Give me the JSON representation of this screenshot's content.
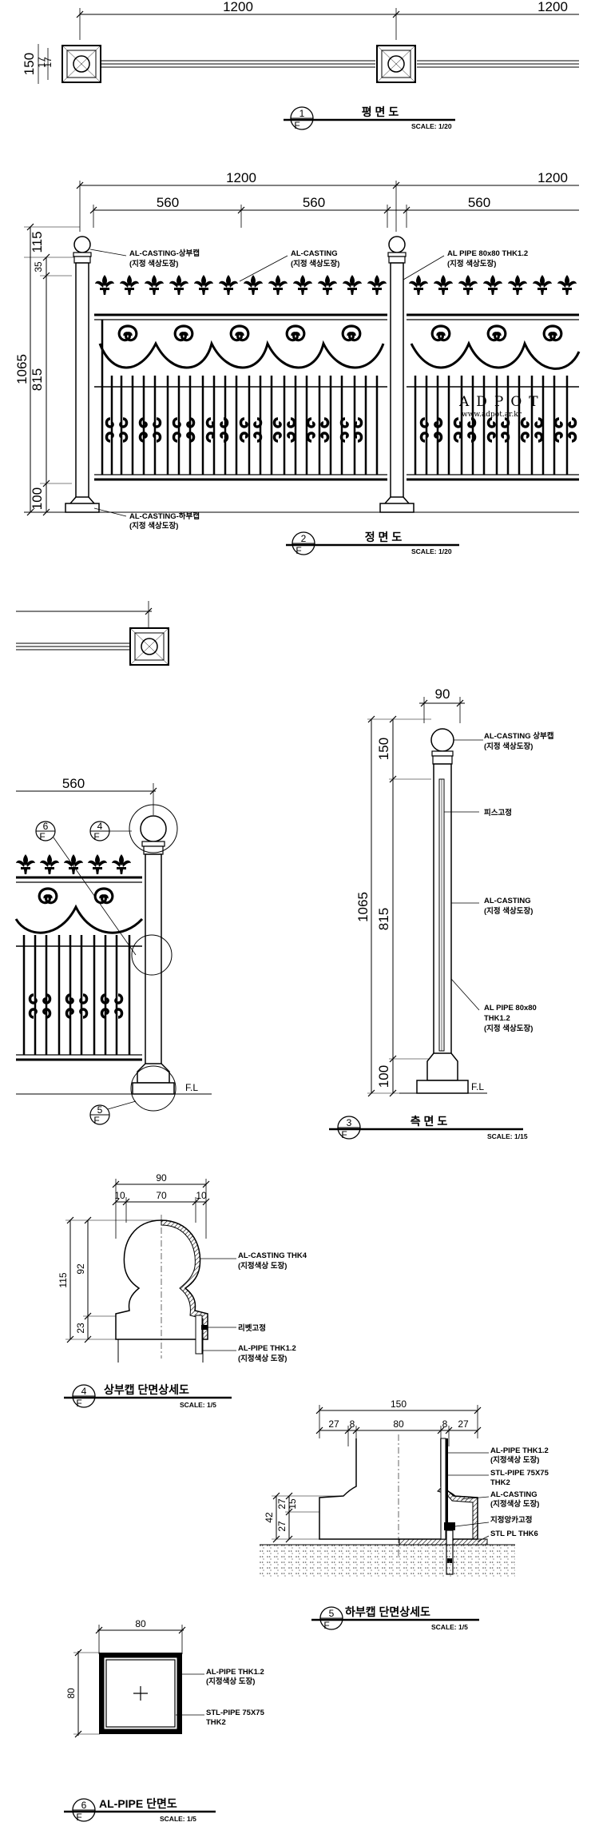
{
  "plan": {
    "dims": [
      "1200",
      "1200"
    ],
    "post_dims": [
      "150",
      "17",
      "17"
    ],
    "title_no": "1",
    "title_sheet": "F",
    "title": "평 면 도",
    "scale": "SCALE: 1/20"
  },
  "elevation": {
    "dims_top": [
      "1200",
      "1200"
    ],
    "dims_sub": [
      "560",
      "560",
      "560"
    ],
    "dims_left": [
      "115",
      "35",
      "1065",
      "815",
      "100"
    ],
    "callouts": {
      "cap_a": "AL-CASTING-상부캡",
      "cap_b": "(지정 색상도장)",
      "cast_a": "AL-CASTING",
      "cast_b": "(지정 색상도장)",
      "pipe_a": "AL PIPE 80x80 THK1.2",
      "pipe_b": "(지정 색상도장)",
      "base_a": "AL-CASTING-하부캡",
      "base_b": "(지정 색상도장)"
    },
    "watermark_a": "ADPOT",
    "watermark_b": "www.adpot.ar.kr",
    "title_no": "2",
    "title_sheet": "F",
    "title": "정 면 도",
    "scale": "SCALE: 1/20"
  },
  "detail_ref": {
    "dim": "560",
    "tags": [
      "6",
      "4",
      "5"
    ],
    "tag_sheet": "F",
    "fl": "F.L"
  },
  "side": {
    "dim_top": "90",
    "dims_left": [
      "150",
      "1065",
      "815",
      "100"
    ],
    "callouts": {
      "cap_a": "AL-CASTING 상부캡",
      "cap_b": "(지정 색상도장)",
      "pis": "피스고정",
      "cast_a": "AL-CASTING",
      "cast_b": "(지정 색상도장)",
      "pipe_a": "AL PIPE 80x80",
      "pipe_b": "THK1.2",
      "pipe_c": "(지정 색상도장)"
    },
    "fl": "F.L",
    "title_no": "3",
    "title_sheet": "F",
    "title": "측 면 도",
    "scale": "SCALE: 1/15"
  },
  "cap_section": {
    "dims_top": [
      "90",
      "10",
      "70",
      "10"
    ],
    "dims_left": [
      "115",
      "92",
      "23"
    ],
    "callouts": {
      "cast_a": "AL-CASTING THK4",
      "cast_b": "(지정색상 도장)",
      "rivet": "리벳고정",
      "pipe_a": "AL-PIPE THK1.2",
      "pipe_b": "(지정색상 도장)"
    },
    "title_no": "4",
    "title_sheet": "F",
    "title": "상부캡 단면상세도",
    "scale": "SCALE: 1/5"
  },
  "base_section": {
    "dims_top": [
      "150",
      "27",
      "8",
      "80",
      "8",
      "27"
    ],
    "dims_left": [
      "42",
      "27",
      "15",
      "27"
    ],
    "callouts": {
      "pipe_a": "AL-PIPE THK1.2",
      "pipe_b": "(지정색상 도장)",
      "stl_a": "STL-PIPE 75X75",
      "stl_b": "THK2",
      "cast_a": "AL-CASTING",
      "cast_b": "(지정색상 도장)",
      "anchor": "지정앙카고정",
      "plate": "STL PL THK6"
    },
    "title_no": "5",
    "title_sheet": "F",
    "title": "하부캡 단면상세도",
    "scale": "SCALE: 1/5"
  },
  "pipe_section": {
    "dim_top": "80",
    "dim_left": "80",
    "callouts": {
      "pipe_a": "AL-PIPE THK1.2",
      "pipe_b": "(지정색상 도장)",
      "stl_a": "STL-PIPE 75X75",
      "stl_b": "THK2"
    },
    "title_no": "6",
    "title_sheet": "F",
    "title": "AL-PIPE 단면도",
    "scale": "SCALE: 1/5"
  },
  "colors": {
    "ink": "#000000",
    "watermark": "#c8322a",
    "hatch": "#333333"
  }
}
